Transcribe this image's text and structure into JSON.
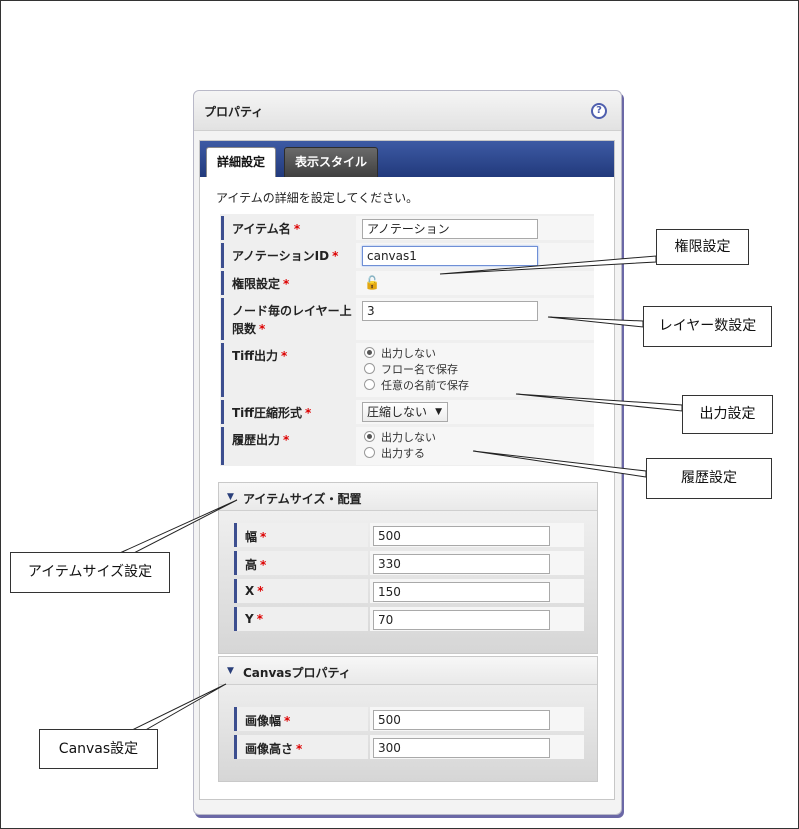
{
  "panel": {
    "title": "プロパティ",
    "help_icon": "?"
  },
  "tabs": [
    {
      "label": "詳細設定",
      "active": true
    },
    {
      "label": "表示スタイル",
      "active": false
    }
  ],
  "description": "アイテムの詳細を設定してください。",
  "required_mark": "*",
  "fields": {
    "item_name": {
      "label": "アイテム名",
      "value": "アノテーション"
    },
    "annotation_id": {
      "label": "アノテーションID",
      "value": "canvas1"
    },
    "permission": {
      "label": "権限設定",
      "icon": "🔓"
    },
    "layers": {
      "label_line1": "ノード毎のレイヤー上",
      "label_line2": "限数",
      "value": "3"
    },
    "tiff_output": {
      "label": "Tiff出力",
      "options": [
        "出力しない",
        "フロー名で保存",
        "任意の名前で保存"
      ],
      "selected": 0
    },
    "tiff_compression": {
      "label": "Tiff圧縮形式",
      "value": "圧縮しない",
      "arrow": "▼"
    },
    "history_output": {
      "label": "履歴出力",
      "options": [
        "出力しない",
        "出力する"
      ],
      "selected": 0
    }
  },
  "size_section": {
    "title": "アイテムサイズ・配置",
    "toggle": "▼",
    "rows": [
      {
        "label": "幅",
        "value": "500"
      },
      {
        "label": "高",
        "value": "330"
      },
      {
        "label": "X",
        "value": "150"
      },
      {
        "label": "Y",
        "value": "70"
      }
    ]
  },
  "canvas_section": {
    "title": "Canvasプロパティ",
    "toggle": "▼",
    "rows": [
      {
        "label": "画像幅",
        "value": "500"
      },
      {
        "label": "画像高さ",
        "value": "300"
      }
    ]
  },
  "callouts": {
    "permission": "権限設定",
    "layers": "レイヤー数設定",
    "output": "出力設定",
    "history": "履歴設定",
    "item_size": "アイテムサイズ設定",
    "canvas": "Canvas設定"
  }
}
